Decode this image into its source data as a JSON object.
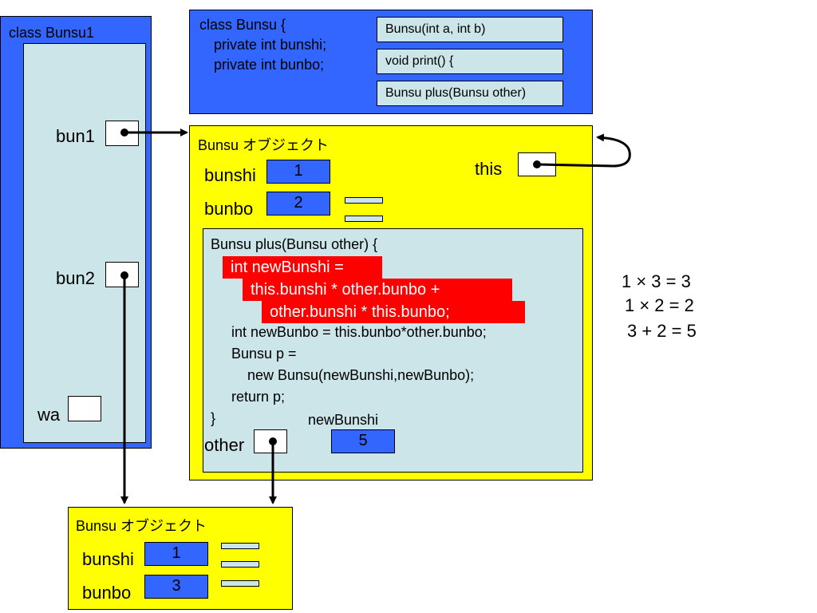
{
  "main_class": {
    "title": "class Bunsu1",
    "vars": {
      "bun1": "bun1",
      "bun2": "bun2",
      "wa": "wa"
    }
  },
  "bunsu_class": {
    "decl_lines": [
      "class Bunsu {",
      "private int bunshi;",
      "private int bunbo;"
    ],
    "methods": [
      "Bunsu(int a, int b)",
      "void print() {",
      "Bunsu plus(Bunsu other)"
    ]
  },
  "object1": {
    "title": "Bunsu オブジェクト",
    "bunshi_label": "bunshi",
    "bunshi_value": "1",
    "bunbo_label": "bunbo",
    "bunbo_value": "2",
    "this_label": "this"
  },
  "plus_method": {
    "header": "Bunsu plus(Bunsu other) {",
    "highlight_lines": [
      "int newBunshi =",
      "this.bunshi * other.bunbo +",
      "other.bunshi * this.bunbo;"
    ],
    "lines": [
      "int newBunbo = this.bunbo*other.bunbo;",
      "Bunsu p =",
      "new Bunsu(newBunshi,newBunbo);",
      "return p;",
      "}"
    ],
    "new_bunshi_label": "newBunshi",
    "new_bunshi_value": "5",
    "other_label": "other"
  },
  "calc": [
    "1 × 3 = 3",
    "1 × 2 = 2",
    "3 + 2 = 5"
  ],
  "object2": {
    "title": "Bunsu オブジェクト",
    "bunshi_label": "bunshi",
    "bunshi_value": "1",
    "bunbo_label": "bunbo",
    "bunbo_value": "3"
  },
  "colors": {
    "blue": "#3366ff",
    "pale": "#cce5e8",
    "yellow": "#ffff00",
    "highlight": "#ff0000"
  }
}
